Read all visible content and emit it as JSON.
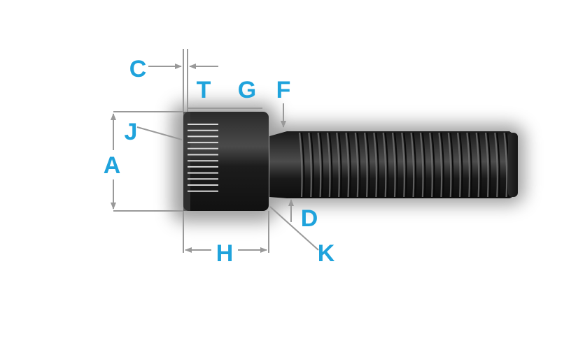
{
  "diagram": {
    "subject": "socket head cap screw",
    "label_color": "#1fa3dc",
    "line_color": "#999999",
    "labels": {
      "A": "A",
      "C": "C",
      "T": "T",
      "G": "G",
      "F": "F",
      "J": "J",
      "D": "D",
      "H": "H",
      "K": "K"
    }
  }
}
